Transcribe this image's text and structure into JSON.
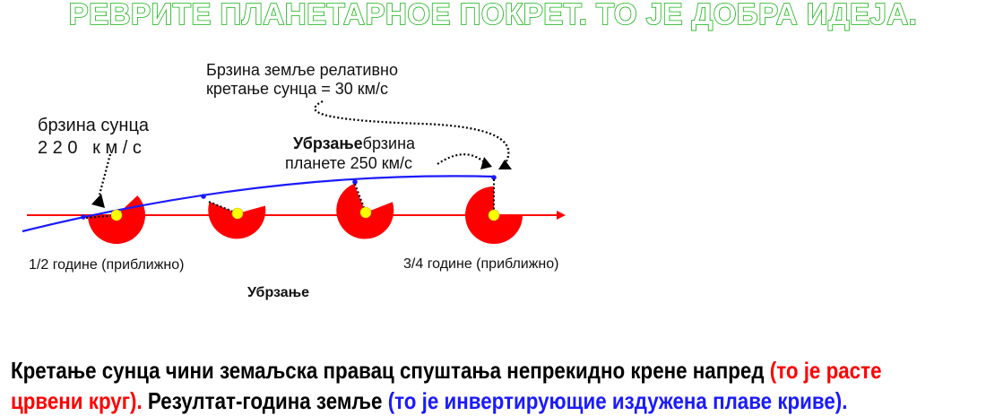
{
  "title": "РЕВРИТЕ ПЛАНЕТАРНОЕ ПОКРЕТ. ТО ЈЕ ДОБРА ИДЕЈА.",
  "labels": {
    "earth_speed_line1": "Брзина земље релативно",
    "earth_speed_line2": "кретање сунца = 30 км/с",
    "sun_speed_line1": "брзина сунца",
    "sun_speed_line2": "2 2 0   к м / с",
    "accel_bold": "Убрзање",
    "planet_speed_rest": "брзина",
    "planet_speed_line2": "планете 250 км/с",
    "half_year": "1/2 године (приближно)",
    "three_quarter_year": "3/4 године (приближно)",
    "acceleration": "Убрзање"
  },
  "bottom": {
    "line1_black": "Кретање сунца чини земаљска правац спуштања непрекидно крене напред ",
    "line1_red": "(то је расте",
    "line2_red": "црвени круг).",
    "line2_black": " Резултат-година земље ",
    "line2_blue": "(то је инвертирующие издужена плаве криве)."
  },
  "colors": {
    "title_outline": "#17b317",
    "sun_path": "#ff0000",
    "earth_path": "#1a1aff",
    "sector": "#ff0000",
    "sun": "#ffff00"
  }
}
